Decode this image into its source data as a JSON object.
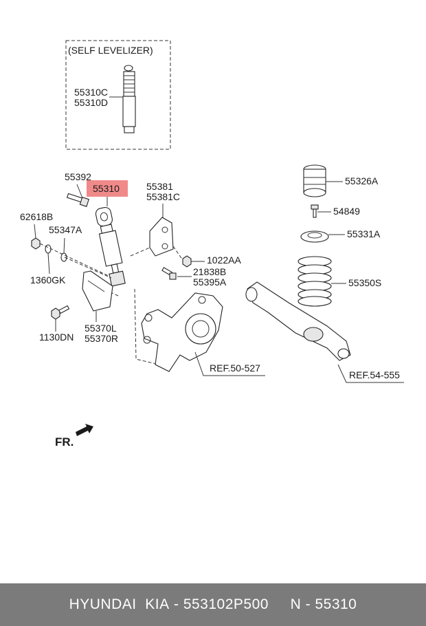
{
  "labels": {
    "self_levelizer": "(SELF LEVELIZER)",
    "p55310C": "55310C",
    "p55310D": "55310D",
    "p55392": "55392",
    "p55310": "55310",
    "p55381": "55381",
    "p55381C": "55381C",
    "p62618B": "62618B",
    "p55347A": "55347A",
    "p1360GK": "1360GK",
    "p1022AA": "1022AA",
    "p21838B": "21838B",
    "p55395A": "55395A",
    "p1130DN": "1130DN",
    "p55370L": "55370L",
    "p55370R": "55370R",
    "ref50": "REF.50-527",
    "ref54": "REF.54-555",
    "p55326A": "55326A",
    "p54849": "54849",
    "p55331A": "55331A",
    "p55350S": "55350S",
    "fr": "FR."
  },
  "highlight": {
    "color": "#f08a8a"
  },
  "footer": {
    "brand": "HYUNDAI  KIA",
    "sep1": " - ",
    "part_number": "553102P500",
    "gap": "     ",
    "n_prefix": "N - ",
    "n_value": "55310"
  }
}
